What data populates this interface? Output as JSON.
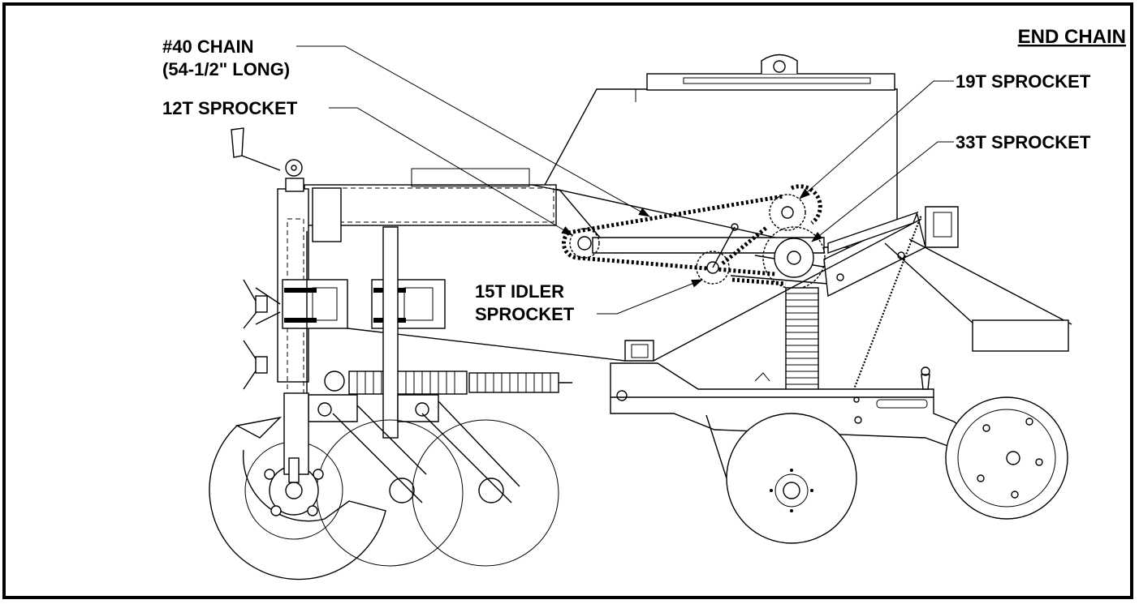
{
  "title": "END CHAIN",
  "callouts": {
    "chain_line1": "#40 CHAIN",
    "chain_line2": "(54-1/2\" LONG)",
    "sprocket_12t": "12T SPROCKET",
    "sprocket_19t": "19T SPROCKET",
    "sprocket_33t": "33T SPROCKET",
    "idler_line1": "15T IDLER",
    "idler_line2": "SPROCKET"
  },
  "colors": {
    "ink": "#000000",
    "paper": "#ffffff"
  }
}
